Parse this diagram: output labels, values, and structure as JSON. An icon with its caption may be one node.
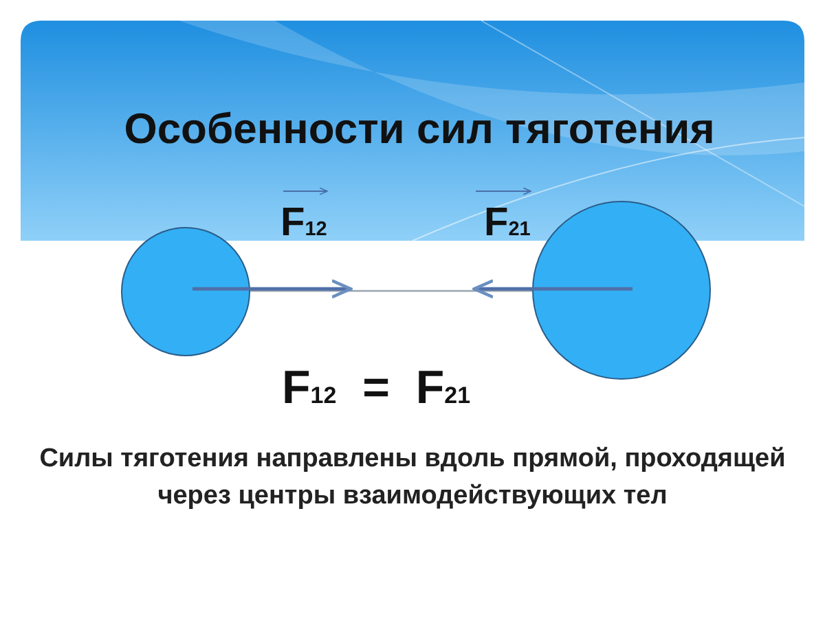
{
  "diagram": {
    "title": "Особенности сил тяготения",
    "caption": "Силы тяготения направлены вдоль прямой, проходящей через центры взаимодействующих тел",
    "nodes": [
      {
        "text": [],
        "shape": "circle"
      },
      {
        "text": [],
        "shape": "circle"
      }
    ],
    "edges": [
      {
        "from": 0,
        "to": 1,
        "arrow": "none"
      }
    ],
    "labels": [
      "F$_{12}$",
      "F$_{21}$",
      "F$_{12}$ = F$_{21}$"
    ]
  }
}
